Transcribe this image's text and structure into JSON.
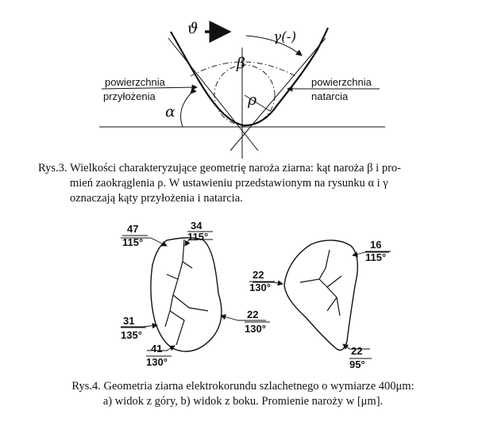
{
  "figure3": {
    "label_flank": [
      "powierzchnia",
      "przyłożenia"
    ],
    "label_rake": [
      "powierzchnia",
      "natarcia"
    ],
    "sym_v": "ϑ",
    "sym_gamma": "γ(-)",
    "sym_beta": "β",
    "sym_rho": "ρ",
    "sym_alpha": "α"
  },
  "caption3": {
    "label": "Rys.3.",
    "lines": [
      "Wielkości charakteryzujące geometrię naroża ziarna: kąt naroża β i pro-",
      "mień zaokrąglenia ρ. W ustawieniu przedstawionym na rysunku  α  i  γ",
      "oznaczają kąty przyłożenia i natarcia."
    ]
  },
  "figure4": {
    "grain_a": {
      "corners": [
        {
          "num": "47",
          "den": "115°"
        },
        {
          "num": "34",
          "den": "115°"
        },
        {
          "num": "22",
          "den": "130°"
        },
        {
          "num": "31",
          "den": "135°"
        },
        {
          "num": "41",
          "den": "130°"
        }
      ]
    },
    "grain_b": {
      "corners": [
        {
          "num": "16",
          "den": "115°"
        },
        {
          "num": "22",
          "den": "130°"
        },
        {
          "num": "22",
          "den": "95°"
        }
      ]
    }
  },
  "caption4": {
    "lines": [
      "Rys.4. Geometria ziarna elektrokorundu szlachetnego o wymiarze 400μm:",
      "a) widok z góry,  b) widok z boku. Promienie naroży w [μm]."
    ]
  }
}
